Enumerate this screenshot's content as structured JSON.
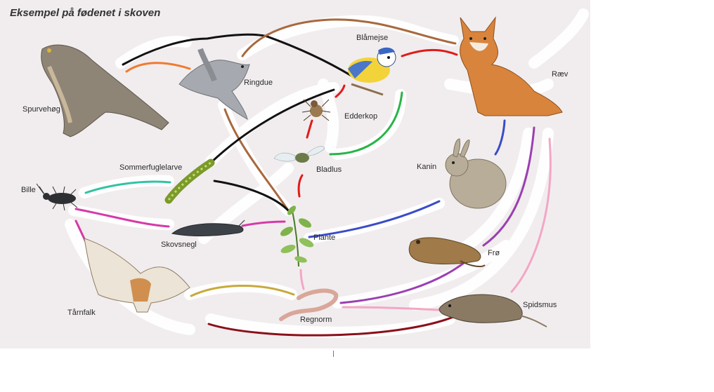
{
  "title": "Eksempel på fødenet i skoven",
  "organisms": {
    "spurvehog": "Spurvehøg",
    "ringdue": "Ringdue",
    "blamejse": "Blåmejse",
    "raev": "Ræv",
    "edderkop": "Edderkop",
    "bladlus": "Bladlus",
    "sommerfuglelarve": "Sommerfuglelarve",
    "bille": "Bille",
    "kanin": "Kanin",
    "plante": "Plante",
    "skovsnegl": "Skovsnegl",
    "fro": "Frø",
    "tarnfalk": "Tårnfalk",
    "regnorm": "Regnorm",
    "spidsmus": "Spidsmus"
  },
  "colors": {
    "background": "#f1edee",
    "link_black": "#111111",
    "link_orange": "#f07a2e",
    "link_brown": "#a8683e",
    "link_red": "#e01b1b",
    "link_green": "#28b447",
    "link_teal": "#32c3a4",
    "link_magenta": "#d63aa8",
    "link_blue": "#3a4cc7",
    "link_purple": "#9b3fb2",
    "link_pink": "#f4a6c6",
    "link_olive": "#c8a93c",
    "link_darkred": "#8b0f1a"
  }
}
